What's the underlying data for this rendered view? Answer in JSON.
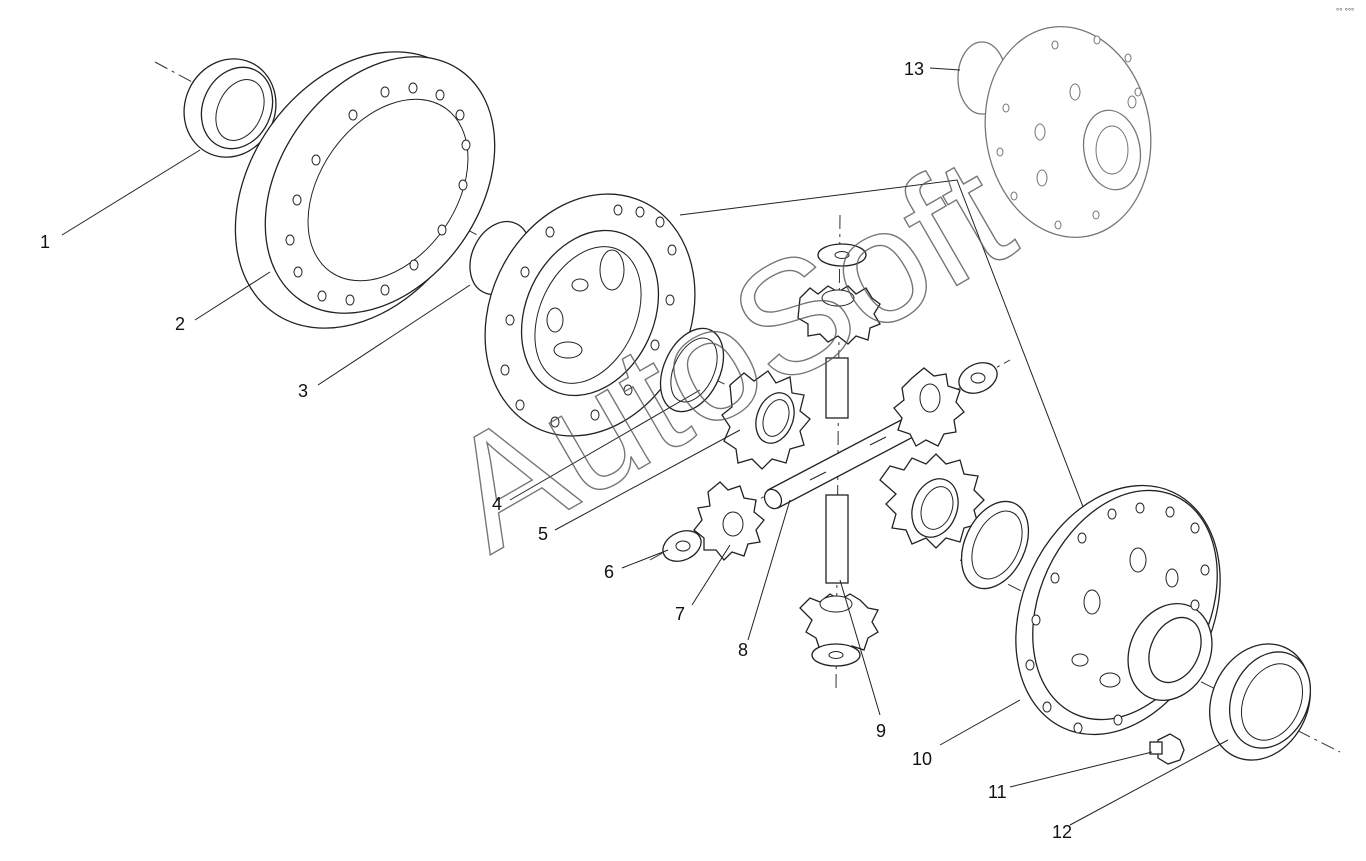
{
  "watermark": "AutoSoft",
  "corner_mark": "°° °°°",
  "callouts": [
    {
      "id": "1",
      "label": "1"
    },
    {
      "id": "2",
      "label": "2"
    },
    {
      "id": "3",
      "label": "3"
    },
    {
      "id": "4",
      "label": "4"
    },
    {
      "id": "5",
      "label": "5"
    },
    {
      "id": "6",
      "label": "6"
    },
    {
      "id": "7",
      "label": "7"
    },
    {
      "id": "8",
      "label": "8"
    },
    {
      "id": "9",
      "label": "9"
    },
    {
      "id": "10",
      "label": "10"
    },
    {
      "id": "11",
      "label": "11"
    },
    {
      "id": "12",
      "label": "12"
    },
    {
      "id": "13",
      "label": "13"
    }
  ]
}
